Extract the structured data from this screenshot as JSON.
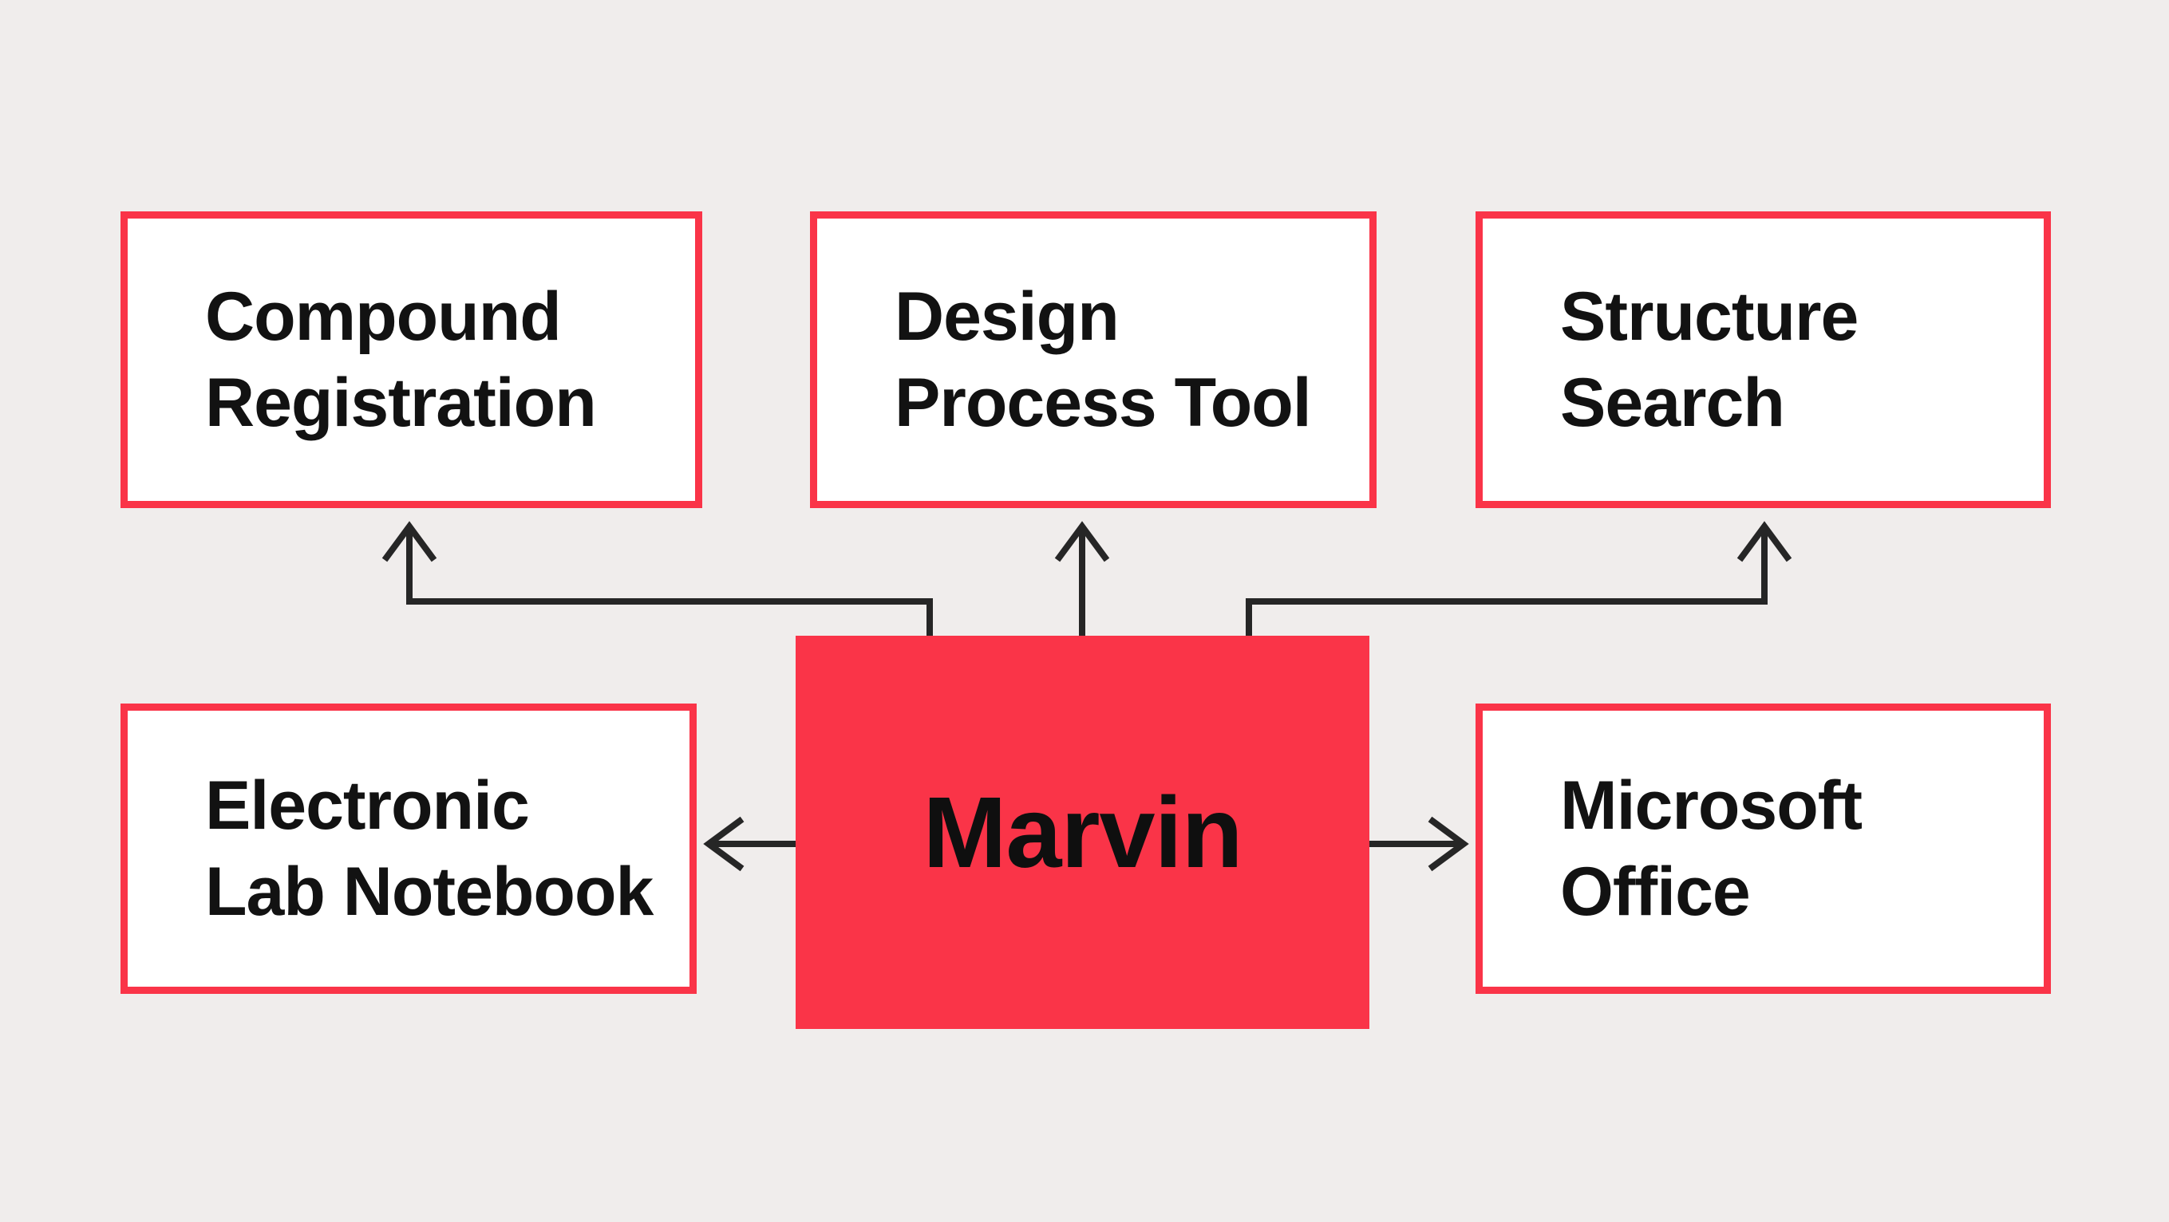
{
  "colors": {
    "background": "#f0edec",
    "accent_red": "#fa3448",
    "box_background": "#ffffff",
    "arrow": "#262626",
    "text": "#121212"
  },
  "center_node": {
    "id": "marvin",
    "label": "Marvin"
  },
  "nodes": [
    {
      "id": "compound-registration",
      "lines": [
        "Compound",
        "Registration"
      ]
    },
    {
      "id": "design-process-tool",
      "lines": [
        "Design",
        "Process Tool"
      ]
    },
    {
      "id": "structure-search",
      "lines": [
        "Structure",
        "Search"
      ]
    },
    {
      "id": "electronic-lab-notebook",
      "lines": [
        "Electronic",
        "Lab Notebook"
      ]
    },
    {
      "id": "microsoft-office",
      "lines": [
        "Microsoft",
        "Office"
      ]
    }
  ],
  "connections": [
    {
      "from": "Marvin",
      "to": "Compound Registration"
    },
    {
      "from": "Marvin",
      "to": "Design Process Tool"
    },
    {
      "from": "Marvin",
      "to": "Structure Search"
    },
    {
      "from": "Marvin",
      "to": "Electronic Lab Notebook"
    },
    {
      "from": "Marvin",
      "to": "Microsoft Office"
    }
  ]
}
